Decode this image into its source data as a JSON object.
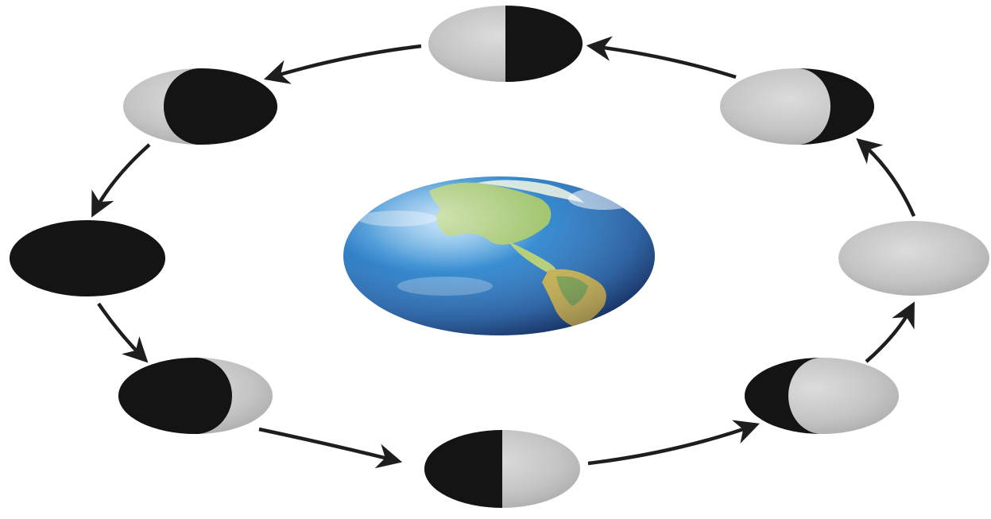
{
  "diagram": {
    "center_body": "earth",
    "direction": "counterclockwise",
    "phases": [
      {
        "id": "new-moon",
        "lit": 0.0,
        "side": "none"
      },
      {
        "id": "waxing-crescent",
        "lit": 0.25,
        "side": "right"
      },
      {
        "id": "first-quarter",
        "lit": 0.5,
        "side": "right"
      },
      {
        "id": "waxing-gibbous",
        "lit": 0.75,
        "side": "right"
      },
      {
        "id": "full-moon",
        "lit": 1.0,
        "side": "both"
      },
      {
        "id": "waning-gibbous",
        "lit": 0.75,
        "side": "left"
      },
      {
        "id": "last-quarter",
        "lit": 0.5,
        "side": "left"
      },
      {
        "id": "waning-crescent",
        "lit": 0.25,
        "side": "left"
      }
    ],
    "colors": {
      "moon_lit": "#c9c9c9",
      "moon_dark": "#141414",
      "arrow": "#1e1e1e",
      "ocean": "#2d7fc4",
      "land": "#a9c96a"
    }
  }
}
